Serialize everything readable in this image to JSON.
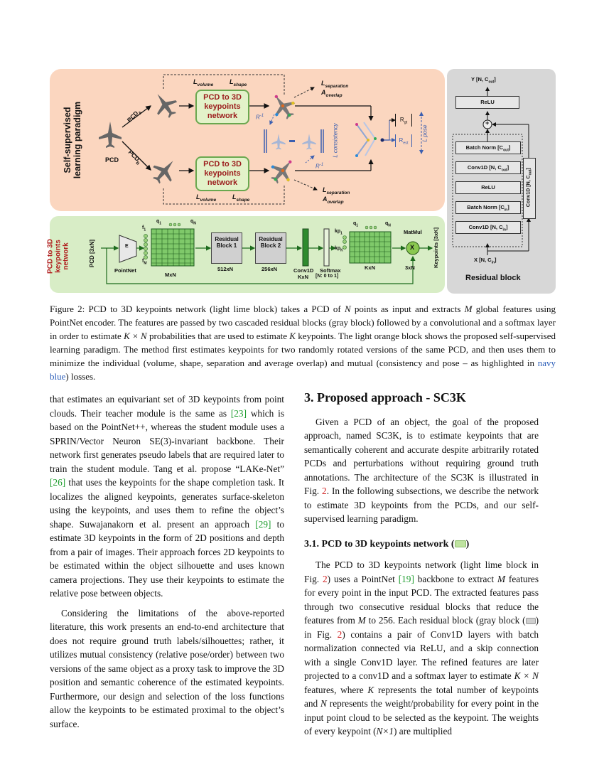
{
  "figure": {
    "ssl_panel_title": "Self-supervised learning paradigm",
    "net_panel_title": "PCD to 3D keypoints network",
    "pcd_label": "PCD",
    "pcd_a": "PCD",
    "pcd_a_sub": "A",
    "pcd_b": "PCD",
    "pcd_b_sub": "B",
    "network_box": "PCD to 3D keypoints network",
    "l_volume": "L",
    "l_volume_sub": "volume",
    "l_shape": "L",
    "l_shape_sub": "shape",
    "l_separation": "L",
    "l_separation_sub": "separation",
    "a_overlap": "A",
    "a_overlap_sub": "overlap",
    "r_inv": "R",
    "r_inv_sup": "-1",
    "l_consistency": "L consistency",
    "l_pose": "L pose",
    "r_gt": "R",
    "r_gt_sub": "gt",
    "r_est": "R",
    "r_est_sub": "est",
    "net": {
      "input": "PCD [3xN]",
      "encoder": "E",
      "encoder_name": "PointNet",
      "q1": "q",
      "qn": "q",
      "f1": "f",
      "fm": "f",
      "mxn": "MxN",
      "res1": "Residual Block 1",
      "res1_dim": "512xN",
      "res2": "Residual Block 2",
      "res2_dim": "256xN",
      "conv": "Conv1D",
      "conv_dim": "KxN",
      "softmax": "Softmax",
      "softmax_dim": "[N: 0 to 1]",
      "kp1": "kp",
      "kpk": "kp",
      "kxn": "KxN",
      "matmul": "MatMul",
      "x": "X",
      "out_dim": "3xN",
      "output": "Keypoints [3xK]"
    },
    "res": {
      "y": "Y [N, C",
      "y_sub": "out",
      "relu_top": "ReLU",
      "plus": "+",
      "bn_out": "Batch Norm [C",
      "bn_out_sub": "out",
      "conv_out": "Conv1D [N, C",
      "conv_out_sub": "out",
      "relu_mid": "ReLU",
      "bn_in": "Batch Norm [C",
      "bn_in_sub": "in",
      "conv_in": "Conv1D [N, C",
      "conv_in_sub": "in",
      "skip": "Conv1D [N, C",
      "skip_sub": "out",
      "x": "X [N, C",
      "x_sub": "in",
      "title": "Residual block"
    }
  },
  "caption": {
    "p1": "Figure 2: PCD to 3D keypoints network (light lime block) takes a PCD of ",
    "p2": " points as input and extracts ",
    "p3": " global features using PointNet encoder. The features are passed by two cascaded residual blocks (gray block) followed by a convolutional and a softmax layer in order to estimate ",
    "p4": " probabilities that are used to estimate ",
    "p5": " keypoints. The light orange block shows the proposed self-supervised learning paradigm. The method first estimates keypoints for two randomly rotated versions of the same PCD, and then uses them to minimize the individual (volume, shape, separation and average overlap) and mutual (consistency and pose – as highlighted in ",
    "navy": "navy blue",
    "p6": ") losses."
  },
  "left_col": {
    "p1_a": "that estimates an equivariant set of 3D keypoints from point clouds. Their teacher module is the same as ",
    "c23": "[23]",
    "p1_b": " which is based on the PointNet++, whereas the student module uses a SPRIN/Vector Neuron SE(3)-invariant backbone. Their network first generates pseudo labels that are required later to train the student module. Tang et al. propose “LAKe-Net” ",
    "c26": "[26]",
    "p1_c": " that uses the keypoints for the shape completion task. It localizes the aligned keypoints, generates surface-skeleton using the keypoints, and uses them to refine the object’s shape. Suwajanakorn et al. present an approach ",
    "c29": "[29]",
    "p1_d": " to estimate 3D keypoints in the form of 2D positions and depth from a pair of images. Their approach forces 2D keypoints to be estimated within the object silhouette and uses known camera projections. They use their keypoints to estimate the relative pose between objects.",
    "p2": "Considering the limitations of the above-reported literature, this work presents an end-to-end architecture that does not require ground truth labels/silhouettes; rather, it utilizes mutual consistency (relative pose/order) between two versions of the same object as a proxy task to improve the 3D position and semantic coherence of the estimated keypoints. Furthermore, our design and selection of the loss functions allow the keypoints to be estimated proximal to the object’s surface."
  },
  "right_col": {
    "h2": "3. Proposed approach - SC3K",
    "p1_a": "Given a PCD of an object, the goal of the proposed approach, named SC3K, is to estimate keypoints that are semantically coherent and accurate despite arbitrarily rotated PCDs and perturbations without requiring ground truth annotations. The architecture of the SC3K is illustrated in Fig. ",
    "fig2": "2",
    "p1_b": ". In the following subsections, we describe the network to estimate 3D keypoints from the PCDs, and our self-supervised learning paradigm.",
    "h3": "3.1. PCD to 3D keypoints network (",
    "h3_end": ")",
    "p2_a": "The PCD to 3D keypoints network (light lime block in Fig. ",
    "p2_b": ") uses a PointNet ",
    "c19": "[19]",
    "p2_c": " backbone to extract ",
    "p2_d": " features for every point in the input PCD. The extracted features pass through two consecutive residual blocks that reduce the features from ",
    "p2_e": " to 256. Each residual block (gray block (",
    "p2_f": ") in Fig. ",
    "p2_g": ") contains a pair of Conv1D layers with batch normalization connected via ReLU, and a skip connection with a single Conv1D layer. The refined features are later projected to a conv1D and a softmax layer to estimate ",
    "p2_h": " features, where ",
    "p2_i": " represents the total number of keypoints and ",
    "p2_j": " represents the weight/probability for every point in the input point cloud to be selected as the keypoint. The weights of every keypoint (",
    "p2_k": ") are multiplied"
  },
  "math": {
    "N": "N",
    "M": "M",
    "KxN": "K × N",
    "K": "K",
    "Nx1": "N×1"
  }
}
